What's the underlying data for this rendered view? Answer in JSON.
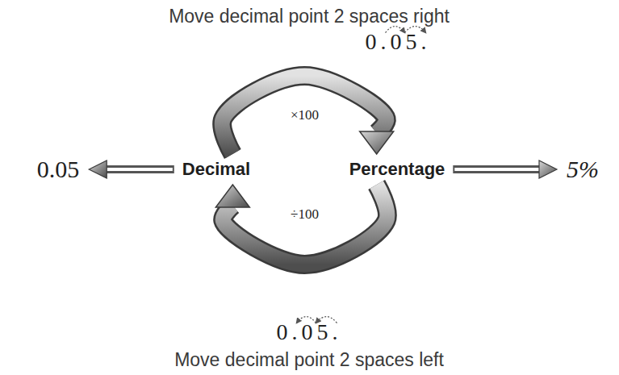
{
  "diagram": {
    "nodes": [
      {
        "text": [
          "Decimal"
        ]
      },
      {
        "text": [
          "Percentage"
        ]
      },
      {
        "text": [
          "0.05"
        ]
      },
      {
        "text": [
          "5%"
        ]
      }
    ],
    "edges": [
      {
        "from": 0,
        "to": 2,
        "arrow": "to"
      },
      {
        "from": 1,
        "to": 3,
        "arrow": "to"
      },
      {
        "from": 0,
        "to": 1,
        "label": "×100",
        "arrow": "to"
      },
      {
        "from": 1,
        "to": 0,
        "label": "÷100",
        "arrow": "to"
      }
    ],
    "labels": [
      "Move decimal point 2 spaces right",
      "0.05.",
      "0.05.",
      "Move decimal point 2 spaces left"
    ]
  }
}
